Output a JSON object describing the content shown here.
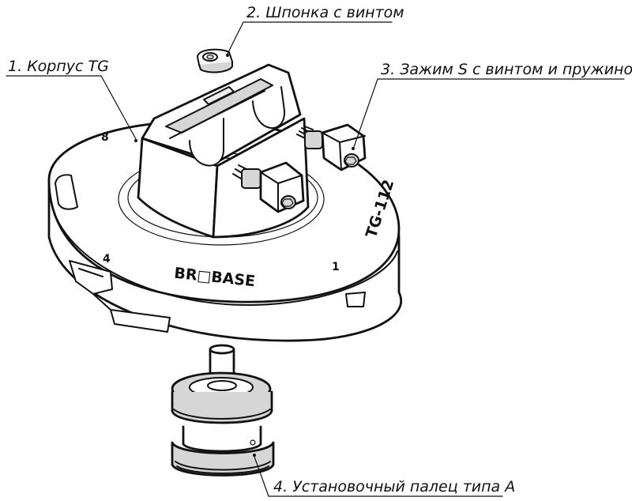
{
  "callouts": {
    "body": {
      "number": "1.",
      "text": "Корпус TG"
    },
    "key": {
      "number": "2.",
      "text": "Шпонка с винтом"
    },
    "clamp": {
      "number": "3.",
      "text": "Зажим S с винтом и пружиной"
    },
    "pin": {
      "number": "4.",
      "text": "Установочный палец типа А"
    }
  },
  "engravings": {
    "brand": "BR□BASE",
    "model": "TG-112",
    "mark_1": "1",
    "mark_4": "4",
    "mark_8": "8"
  },
  "colors": {
    "line": "#111111",
    "shade": "#d6d6d6",
    "background": "#ffffff"
  }
}
